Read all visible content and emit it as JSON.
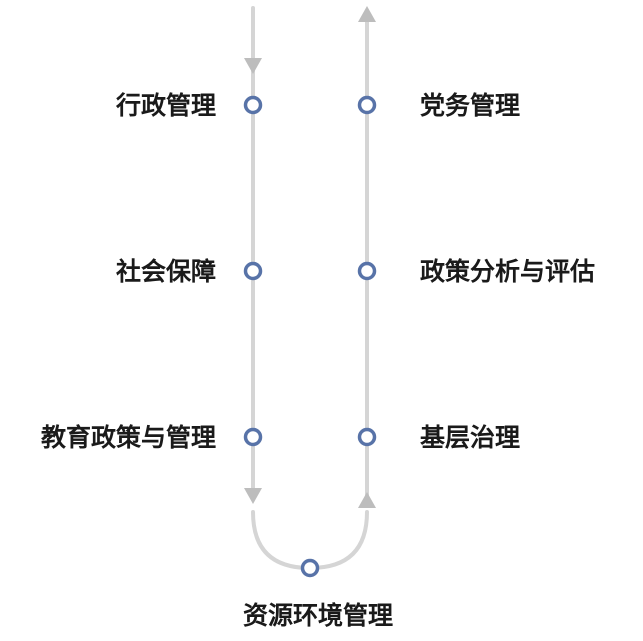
{
  "left_column": {
    "direction": "down",
    "items": [
      {
        "label": "行政管理"
      },
      {
        "label": "社会保障"
      },
      {
        "label": "教育政策与管理"
      }
    ]
  },
  "right_column": {
    "direction": "up",
    "items": [
      {
        "label": "党务管理"
      },
      {
        "label": "政策分析与评估"
      },
      {
        "label": "基层治理"
      }
    ]
  },
  "bottom": {
    "label": "资源环境管理"
  },
  "colors": {
    "track": "#d5d5d5",
    "arrow": "#bdbdbd",
    "node_ring": "#5873a8",
    "node_fill": "#ffffff",
    "text": "#1a1a1a"
  }
}
